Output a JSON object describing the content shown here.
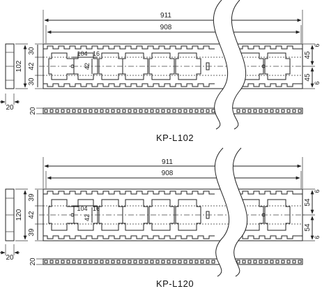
{
  "diagrams": [
    {
      "model": "KP-L102",
      "overall_length": "911",
      "inner_length": "908",
      "height": "102",
      "rows": [
        "30",
        "42",
        "30"
      ],
      "pitch_a": "104",
      "pitch_b": "16",
      "slot": "42",
      "right_dims": [
        "45",
        "45"
      ],
      "edge_marks": [
        "6",
        "6"
      ],
      "side_thickness": "20",
      "bottom_thickness": "20"
    },
    {
      "model": "KP-L120",
      "overall_length": "911",
      "inner_length": "908",
      "height": "120",
      "rows": [
        "39",
        "42",
        "39"
      ],
      "pitch_a": "104",
      "pitch_b": "16",
      "slot": "42",
      "right_dims": [
        "54",
        "54"
      ],
      "edge_marks": [
        "6",
        "6"
      ],
      "side_thickness": "20",
      "bottom_thickness": "20"
    }
  ]
}
